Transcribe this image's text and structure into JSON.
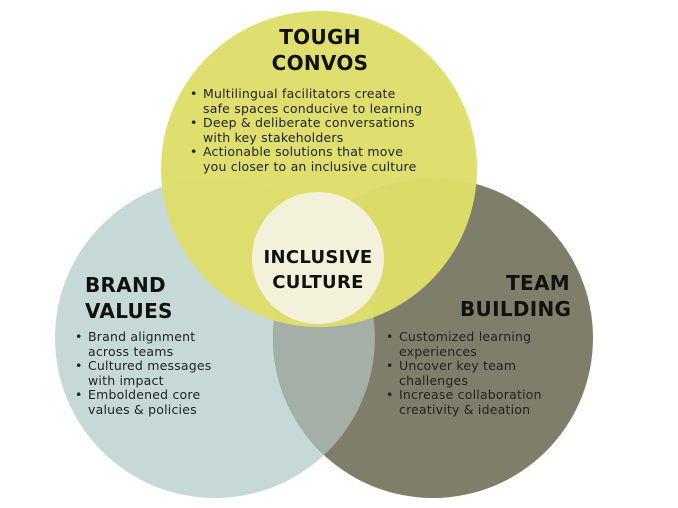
{
  "colors": {
    "background": "#ffffff",
    "tough_circle": "#dede6a",
    "brand_circle": "#c6d9d6",
    "team_circle": "#7f7e6a",
    "center_circle": "#f3f1d9",
    "text": "#111111"
  },
  "center": {
    "line1": "INCLUSIVE",
    "line2": "CULTURE"
  },
  "tough_convos": {
    "title_line1": "TOUGH",
    "title_line2": "CONVOS",
    "bullets": [
      [
        "Multilingual facilitators create",
        "safe spaces conducive to learning"
      ],
      [
        "Deep & deliberate conversations",
        "with key stakeholders"
      ],
      [
        "Actionable solutions that move",
        "you closer to an inclusive culture"
      ]
    ]
  },
  "brand_values": {
    "title_line1": "BRAND",
    "title_line2": "VALUES",
    "bullets": [
      [
        "Brand alignment",
        "across teams"
      ],
      [
        "Cultured messages",
        "with impact"
      ],
      [
        "Emboldened core",
        "values & policies"
      ]
    ]
  },
  "team_building": {
    "title_line1": "TEAM",
    "title_line2": "BUILDING",
    "bullets": [
      [
        "Customized learning",
        "experiences"
      ],
      [
        "Uncover key team",
        "challenges"
      ],
      [
        "Increase collaboration",
        "creativity & ideation"
      ]
    ]
  }
}
